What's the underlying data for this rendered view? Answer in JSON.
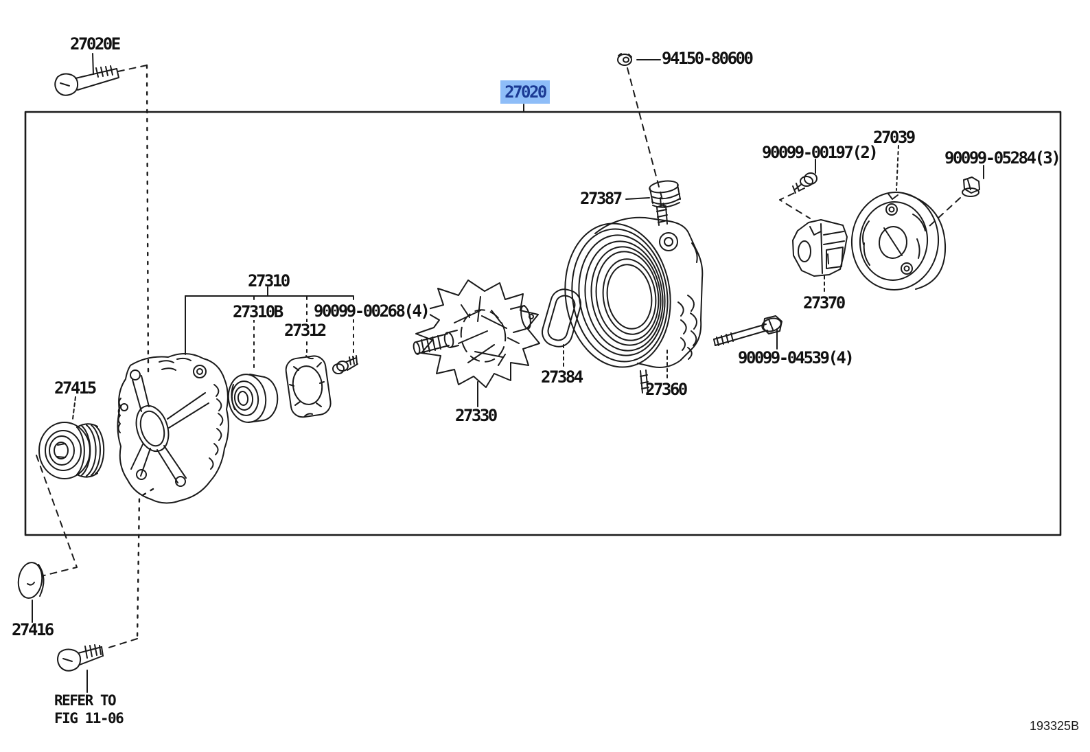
{
  "figure": {
    "code": "193325B",
    "selected_part": "27020"
  },
  "colors": {
    "line": "#1a1a1a",
    "background": "#ffffff",
    "highlight_bg": "#8ebdf8",
    "highlight_fg": "#1b3a94"
  },
  "parts": {
    "p27020e": {
      "number": "27020E"
    },
    "p94150": {
      "number": "94150-80600"
    },
    "p27020": {
      "number": "27020"
    },
    "p27039": {
      "number": "27039"
    },
    "p90099_00197": {
      "number": "90099-00197(2)"
    },
    "p90099_05284": {
      "number": "90099-05284(3)"
    },
    "p27387": {
      "number": "27387"
    },
    "p27370": {
      "number": "27370"
    },
    "p27310": {
      "number": "27310"
    },
    "p27310b": {
      "number": "27310B"
    },
    "p90099_00268": {
      "number": "90099-00268(4)"
    },
    "p27312": {
      "number": "27312"
    },
    "p27415": {
      "number": "27415"
    },
    "p27384": {
      "number": "27384"
    },
    "p27360": {
      "number": "27360"
    },
    "p90099_04539": {
      "number": "90099-04539(4)"
    },
    "p27330": {
      "number": "27330"
    },
    "p27416": {
      "number": "27416"
    }
  },
  "note": {
    "line1": "REFER TO",
    "line2": "FIG 11-06"
  }
}
